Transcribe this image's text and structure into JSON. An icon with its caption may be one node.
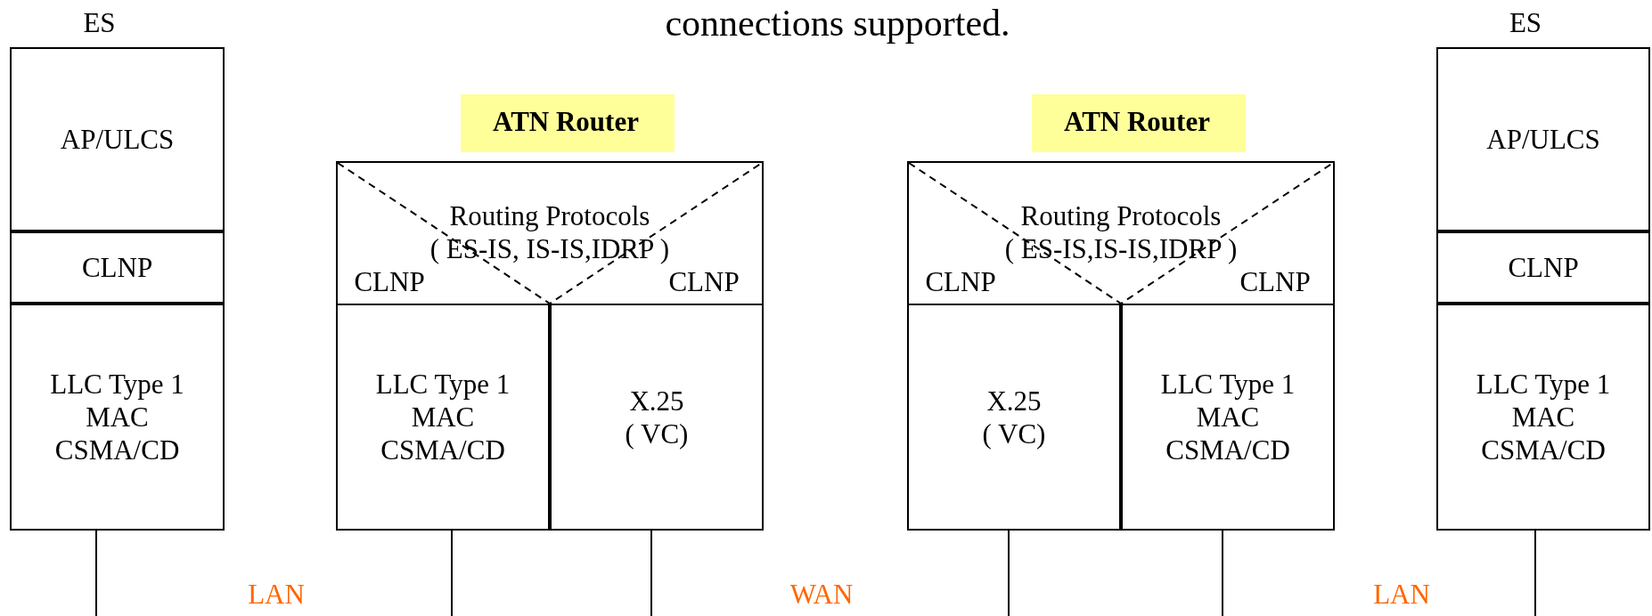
{
  "diagram": {
    "title": "connections supported.",
    "nodes": [
      {
        "text": [
          "ES"
        ]
      },
      {
        "text": [
          "AP/ULCS"
        ],
        "in": 0
      },
      {
        "text": [
          "CLNP"
        ],
        "in": 0
      },
      {
        "text": [
          "LLC Type 1 MAC CSMA/CD"
        ],
        "in": 0
      },
      {
        "text": [
          "ATN Router"
        ]
      },
      {
        "text": [
          "Routing Protocols ( ES-IS, IS-IS,IDRP )",
          "CLNP",
          "CLNP"
        ]
      },
      {
        "text": [
          "LLC Type 1 MAC CSMA/CD"
        ],
        "in": 5
      },
      {
        "text": [
          "X.25 ( VC)"
        ],
        "in": 5
      },
      {
        "text": [
          "ATN Router"
        ]
      },
      {
        "text": [
          "Routing Protocols ( ES-IS,IS-IS,IDRP )",
          "CLNP",
          "CLNP"
        ]
      },
      {
        "text": [
          "X.25 ( VC)"
        ],
        "in": 9
      },
      {
        "text": [
          "LLC Type 1 MAC CSMA/CD"
        ],
        "in": 9
      },
      {
        "text": [
          "ES"
        ]
      },
      {
        "text": [
          "AP/ULCS"
        ],
        "in": 12
      },
      {
        "text": [
          "CLNP"
        ],
        "in": 12
      },
      {
        "text": [
          "LLC Type 1 MAC CSMA/CD"
        ],
        "in": 12
      }
    ],
    "edges": [
      {
        "from": 3,
        "to": null,
        "arrow": "none"
      },
      {
        "from": 6,
        "to": null,
        "arrow": "none"
      },
      {
        "from": 7,
        "to": null,
        "arrow": "none"
      },
      {
        "from": 10,
        "to": null,
        "arrow": "none"
      },
      {
        "from": 11,
        "to": null,
        "arrow": "none"
      },
      {
        "from": 15,
        "to": null,
        "arrow": "none"
      }
    ],
    "labels": [
      "LAN",
      "WAN",
      "LAN"
    ]
  }
}
